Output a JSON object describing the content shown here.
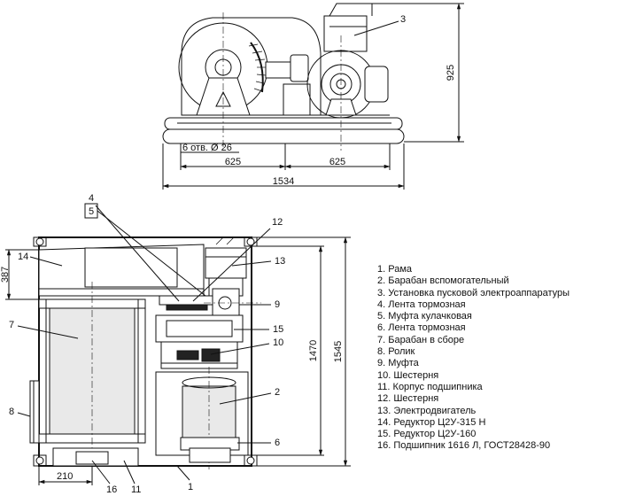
{
  "top_view": {
    "callout": "3",
    "dim_height": "925",
    "holes_note": "6 отв. Ø 26",
    "dim_left": "625",
    "dim_right": "625",
    "dim_total": "1534"
  },
  "front_view": {
    "callouts": {
      "c4": "4",
      "c5": "5",
      "c12": "12",
      "c14": "14",
      "c13": "13",
      "c9": "9",
      "c7": "7",
      "c15": "15",
      "c10": "10",
      "c2": "2",
      "c8": "8",
      "c6": "6",
      "c16": "16",
      "c11": "11",
      "c1": "1"
    },
    "dim_top_left": "387",
    "dim_bottom_left": "210",
    "dim_inner_height": "1470",
    "dim_outer_height": "1545"
  },
  "legend": [
    "1. Рама",
    "2. Барабан вспомогательный",
    "3. Установка пусковой электроаппаратуры",
    "4. Лента тормозная",
    "5. Муфта кулачковая",
    "6. Лента тормозная",
    "7. Барабан в сборе",
    "8. Ролик",
    "9. Муфта",
    "10. Шестерня",
    "11. Корпус подшипника",
    "12. Шестерня",
    "13. Электродвигатель",
    "14. Редуктор Ц2У-315 Н",
    "15. Редуктор Ц2У-160",
    "16. Подшипник 1616 Л, ГОСТ28428-90"
  ]
}
